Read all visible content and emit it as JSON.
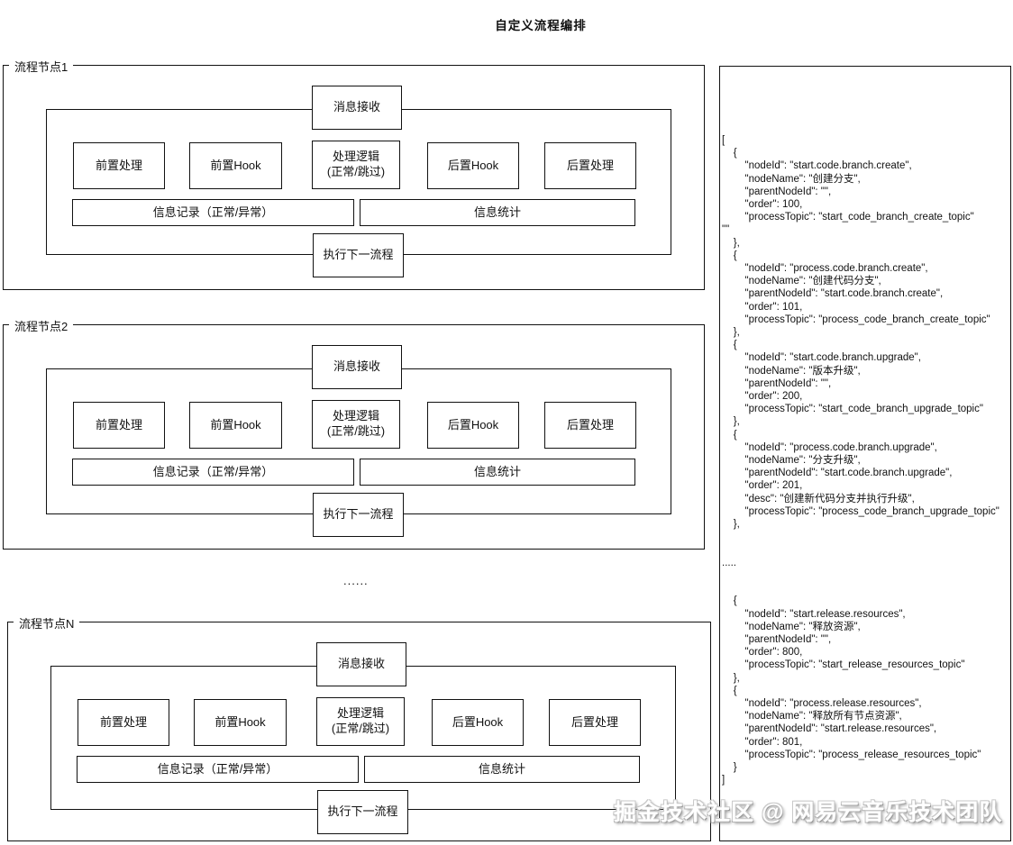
{
  "title": "自定义流程编排",
  "nodes": [
    {
      "label": "流程节点1"
    },
    {
      "label": "流程节点2"
    },
    {
      "label": "流程节点N"
    }
  ],
  "flow_boxes": {
    "receive": "消息接收",
    "pre_process": "前置处理",
    "pre_hook": "前置Hook",
    "logic": "处理逻辑\n(正常/跳过)",
    "post_hook": "后置Hook",
    "post_process": "后置处理",
    "record": "信息记录（正常/异常）",
    "stats": "信息统计",
    "next": "执行下一流程"
  },
  "ellipsis": "......",
  "json_panel": {
    "code": "[\n    {\n        \"nodeId\": \"start.code.branch.create\",\n        \"nodeName\": \"创建分支\",\n        \"parentNodeId\": \"\",\n        \"order\": 100,\n        \"processTopic\": \"start_code_branch_create_topic\"\n\"\"\n    },\n    {\n        \"nodeId\": \"process.code.branch.create\",\n        \"nodeName\": \"创建代码分支\",\n        \"parentNodeId\": \"start.code.branch.create\",\n        \"order\": 101,\n        \"processTopic\": \"process_code_branch_create_topic\"\n    },\n    {\n        \"nodeId\": \"start.code.branch.upgrade\",\n        \"nodeName\": \"版本升级\",\n        \"parentNodeId\": \"\",\n        \"order\": 200,\n        \"processTopic\": \"start_code_branch_upgrade_topic\"\n    },\n    {\n        \"nodeId\": \"process.code.branch.upgrade\",\n        \"nodeName\": \"分支升级\",\n        \"parentNodeId\": \"start.code.branch.upgrade\",\n        \"order\": 201,\n        \"desc\": \"创建新代码分支并执行升级\",\n        \"processTopic\": \"process_code_branch_upgrade_topic\"\n    },\n\n\n.....\n\n\n    {\n        \"nodeId\": \"start.release.resources\",\n        \"nodeName\": \"释放资源\",\n        \"parentNodeId\": \"\",\n        \"order\": 800,\n        \"processTopic\": \"start_release_resources_topic\"\n    },\n    {\n        \"nodeId\": \"process.release.resources\",\n        \"nodeName\": \"释放所有节点资源\",\n        \"parentNodeId\": \"start.release.resources\",\n        \"order\": 801,\n        \"processTopic\": \"process_release_resources_topic\"\n    }\n]"
  },
  "watermark": "掘金技术社区 @ 网易云音乐技术团队"
}
